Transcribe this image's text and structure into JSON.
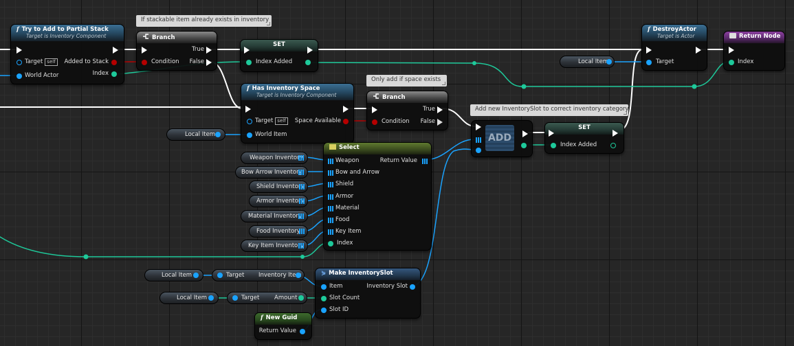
{
  "nodes": {
    "try_add_partial": {
      "title": "Try to Add to Partial Stack",
      "subtitle": "Target is Inventory Component",
      "pin_target": "Target",
      "pin_self": "self",
      "pin_world_actor": "World Actor",
      "pin_added_to_stack": "Added to Stack",
      "pin_index": "Index"
    },
    "branch1": {
      "title": "Branch",
      "pin_condition": "Condition",
      "pin_true": "True",
      "pin_false": "False"
    },
    "set1": {
      "title": "SET",
      "pin_index_added": "Index Added"
    },
    "destroy_actor": {
      "title": "DestroyActor",
      "subtitle": "Target is Actor",
      "pin_target": "Target"
    },
    "return_node": {
      "title": "Return Node",
      "pin_index": "Index"
    },
    "local_item_top": {
      "label": "Local Item"
    },
    "has_space": {
      "title": "Has Inventory Space",
      "subtitle": "Target is Inventory Component",
      "pin_target": "Target",
      "pin_self": "self",
      "pin_world_item": "World Item",
      "pin_space_available": "Space Available"
    },
    "local_item_mid": {
      "label": "Local Item"
    },
    "branch2": {
      "title": "Branch",
      "pin_condition": "Condition",
      "pin_true": "True",
      "pin_false": "False"
    },
    "add": {
      "label": "ADD"
    },
    "set2": {
      "title": "SET",
      "pin_index_added": "Index Added"
    },
    "select": {
      "title": "Select",
      "return_value": "Return Value",
      "options": [
        "Weapon",
        "Bow and Arrow",
        "Shield",
        "Armor",
        "Material",
        "Food",
        "Key Item"
      ],
      "index": "Index"
    },
    "inventory_vars": [
      "Weapon Inventory",
      "Bow Arrow Inventory",
      "Shield Inventory",
      "Armor Inventory",
      "Material Inventory",
      "Food Inventory",
      "Key Item Inventory"
    ],
    "break1": {
      "local": "Local Item",
      "target": "Target",
      "out": "Inventory Item"
    },
    "break2": {
      "local": "Local Item",
      "target": "Target",
      "out": "Amount"
    },
    "make_slot": {
      "title": "Make InventorySlot",
      "pin_item": "Item",
      "pin_slot_count": "Slot Count",
      "pin_slot_id": "Slot ID",
      "pin_out": "Inventory Slot"
    },
    "new_guid": {
      "title": "New Guid",
      "return_value": "Return Value"
    }
  },
  "comments": {
    "c1": "If stackable item already exists in inventory",
    "c2": "Only add if space exists",
    "c3": "Add new InventorySlot to correct inventory category"
  },
  "colors": {
    "exec": "#ffffff",
    "object": "#1aa3ff",
    "bool": "#b50000",
    "int": "#1ec99a",
    "struct": "#1aa3ff"
  }
}
